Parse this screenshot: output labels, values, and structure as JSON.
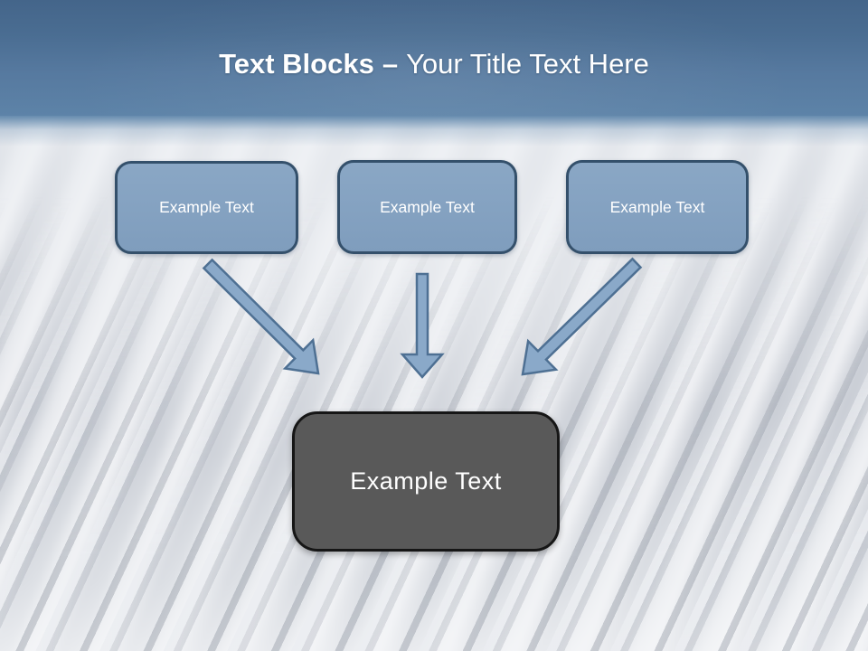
{
  "slide": {
    "title": {
      "bold_text": "Text Blocks",
      "separator": "–",
      "regular_text": "Your Title Text Here"
    },
    "top_blocks": [
      {
        "label": "Example Text"
      },
      {
        "label": "Example Text"
      },
      {
        "label": "Example Text"
      }
    ],
    "center_block": {
      "label": "Example Text"
    },
    "arrows": [
      {
        "name": "down-right-arrow"
      },
      {
        "name": "down-arrow"
      },
      {
        "name": "down-left-arrow"
      }
    ],
    "colors": {
      "header_top": "#44658a",
      "header_bottom": "#5d83a8",
      "block_fill": "#84a2c1",
      "block_border": "#34506b",
      "arrow_fill": "#8aa9c9",
      "arrow_border": "#4e7093",
      "center_fill": "#595959",
      "center_border": "#161616",
      "title_color": "#ffffff",
      "background_tint": "#dcdfe4"
    }
  }
}
